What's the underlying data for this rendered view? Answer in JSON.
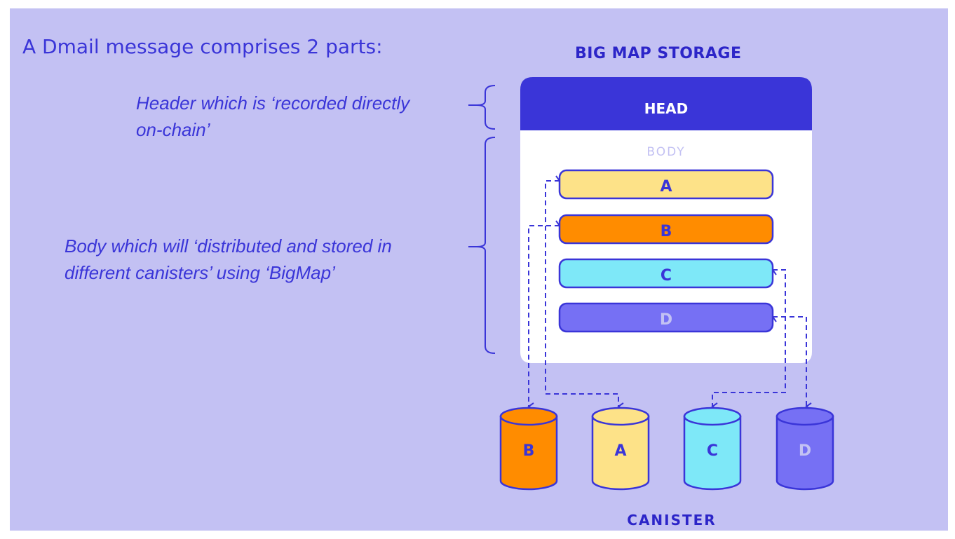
{
  "title": "A Dmail message comprises 2 parts:",
  "header_note": {
    "line1": "Header which is ‘recorded directly",
    "line2": "on-chain’"
  },
  "body_note": {
    "line1": "Body which will ‘distributed and stored in",
    "line2": "different canisters’ using ‘BigMap’"
  },
  "storage": {
    "title": "BIG MAP STORAGE",
    "head_label": "HEAD",
    "body_label": "BODY",
    "chunks": [
      {
        "label": "A",
        "color": "#fde288",
        "canister": "A"
      },
      {
        "label": "B",
        "color": "#ff8c00",
        "canister": "B"
      },
      {
        "label": "C",
        "color": "#7ee8f8",
        "canister": "C"
      },
      {
        "label": "D",
        "color": "#7670f4",
        "canister": "D"
      }
    ]
  },
  "canisters": {
    "title": "CANISTER",
    "items": [
      {
        "label": "B",
        "color": "#ff8c00"
      },
      {
        "label": "A",
        "color": "#fde288"
      },
      {
        "label": "C",
        "color": "#7ee8f8"
      },
      {
        "label": "D",
        "color": "#7670f4"
      }
    ]
  },
  "colors": {
    "background": "#c3c1f3",
    "accent": "#3a35d8",
    "head": "#3a35d8",
    "body_panel": "#ffffff",
    "outline": "#3a35d8"
  }
}
